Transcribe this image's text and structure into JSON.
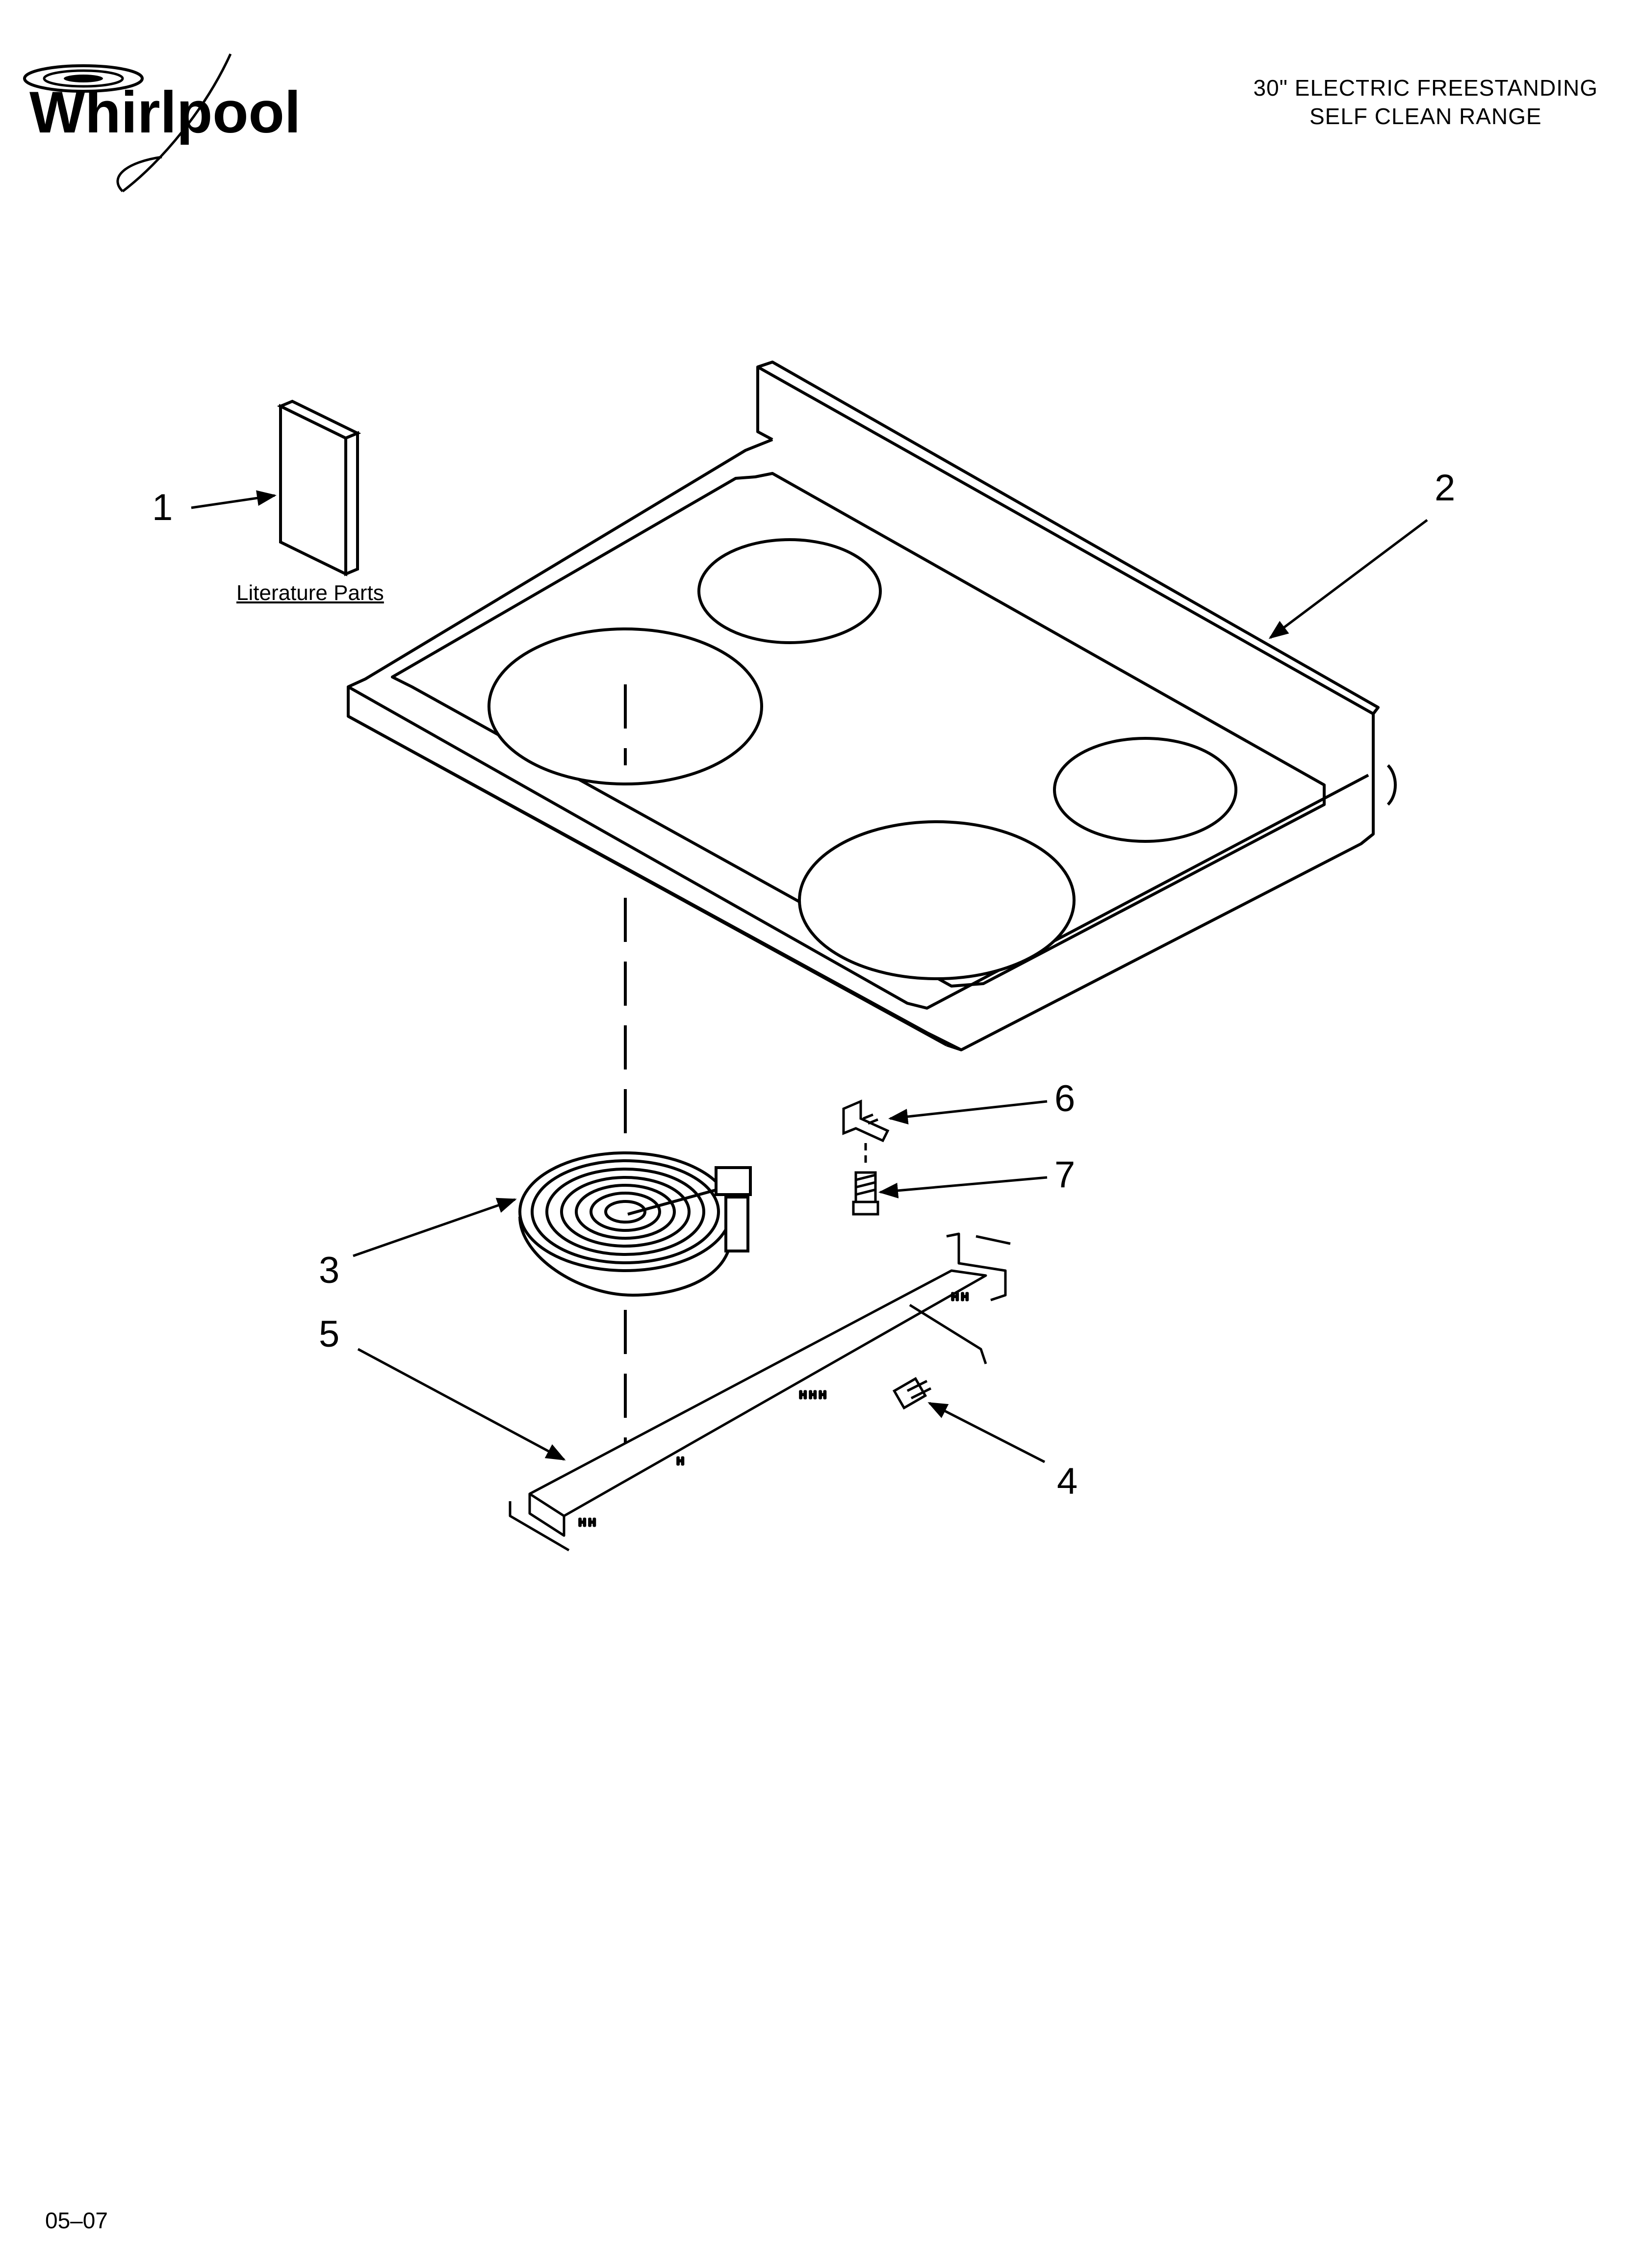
{
  "brand": {
    "logo_text": "Whirlpool"
  },
  "header": {
    "title_line1": "30\" ELECTRIC FREESTANDING",
    "title_line2": "SELF CLEAN RANGE"
  },
  "literature": {
    "label": "Literature Parts"
  },
  "callouts": [
    {
      "number": "1",
      "part": "literature"
    },
    {
      "number": "2",
      "part": "cooktop"
    },
    {
      "number": "3",
      "part": "radiant-element"
    },
    {
      "number": "4",
      "part": "screw"
    },
    {
      "number": "5",
      "part": "element-support-bracket"
    },
    {
      "number": "6",
      "part": "clip"
    },
    {
      "number": "7",
      "part": "screw"
    }
  ],
  "footer": {
    "date_code": "05–07"
  },
  "colors": {
    "line": "#000000",
    "background": "#ffffff"
  }
}
